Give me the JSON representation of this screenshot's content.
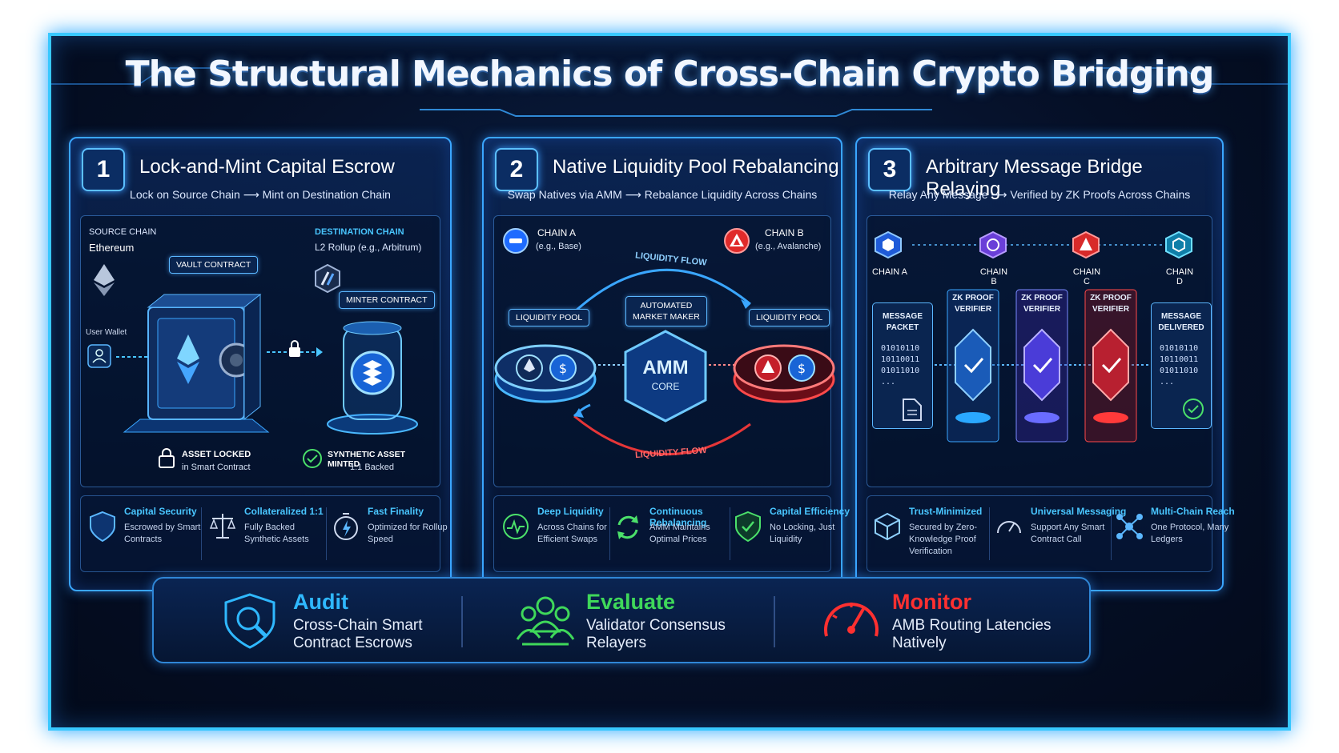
{
  "title": "The Structural Mechanics of Cross-Chain Crypto Bridging",
  "panels": [
    {
      "number": "1",
      "title": "Lock-and-Mint Capital Escrow",
      "subtitle_left": "Lock on Source Chain",
      "subtitle_right": "Mint on Destination Chain",
      "source_label": "SOURCE CHAIN",
      "source_name": "Ethereum",
      "dest_label": "DESTINATION CHAIN",
      "dest_name": "L2 Rollup (e.g., Arbitrum)",
      "vault_tag": "VAULT CONTRACT",
      "minter_tag": "MINTER CONTRACT",
      "user_wallet": "User Wallet",
      "asset_locked_title": "ASSET LOCKED",
      "asset_locked_desc": "in Smart Contract",
      "synthetic_title": "SYNTHETIC ASSET MINTED",
      "synthetic_desc": "1:1 Backed",
      "features": [
        {
          "title": "Capital Security",
          "desc": "Escrowed by Smart Contracts"
        },
        {
          "title": "Collateralized 1:1",
          "desc": "Fully Backed Synthetic Assets"
        },
        {
          "title": "Fast Finality",
          "desc": "Optimized for Rollup Speed"
        }
      ]
    },
    {
      "number": "2",
      "title": "Native Liquidity Pool Rebalancing",
      "subtitle_left": "Swap Natives via AMM",
      "subtitle_right": "Rebalance Liquidity Across Chains",
      "chain_a": "CHAIN A",
      "chain_a_sub": "(e.g., Base)",
      "chain_b": "CHAIN B",
      "chain_b_sub": "(e.g., Avalanche)",
      "flow_top": "LIQUIDITY FLOW",
      "flow_bottom": "LIQUIDITY FLOW",
      "pool_left": "LIQUIDITY POOL",
      "pool_right": "LIQUIDITY POOL",
      "amm_tag_1": "AUTOMATED",
      "amm_tag_2": "MARKET MAKER",
      "amm_core_1": "AMM",
      "amm_core_2": "CORE",
      "features": [
        {
          "title": "Deep Liquidity",
          "desc": "Across Chains for Efficient Swaps"
        },
        {
          "title": "Continuous Rebalancing",
          "desc": "AMM Maintains Optimal Prices"
        },
        {
          "title": "Capital Efficiency",
          "desc": "No Locking, Just Liquidity"
        }
      ]
    },
    {
      "number": "3",
      "title": "Arbitrary Message Bridge Relaying",
      "subtitle_left": "Relay Any Message",
      "subtitle_right": "Verified by ZK Proofs Across Chains",
      "chains": [
        "CHAIN A",
        "CHAIN B",
        "CHAIN C",
        "CHAIN D"
      ],
      "message_packet_1": "MESSAGE",
      "message_packet_2": "PACKET",
      "message_delivered_1": "MESSAGE",
      "message_delivered_2": "DELIVERED",
      "binary": [
        "01010110",
        "10110011",
        "01011010",
        "..."
      ],
      "verifier_1": "ZK PROOF",
      "verifier_2": "VERIFIER",
      "features": [
        {
          "title": "Trust-Minimized",
          "desc": "Secured by Zero-Knowledge Proof Verification"
        },
        {
          "title": "Universal Messaging",
          "desc": "Support Any Smart Contract Call"
        },
        {
          "title": "Multi-Chain Reach",
          "desc": "One Protocol, Many Ledgers"
        }
      ]
    }
  ],
  "bottom": [
    {
      "title": "Audit",
      "line1": "Cross-Chain Smart",
      "line2": "Contract Escrows",
      "color": "#2fb8ff"
    },
    {
      "title": "Evaluate",
      "line1": "Validator Consensus",
      "line2": "Relayers",
      "color": "#3fd85a"
    },
    {
      "title": "Monitor",
      "line1": "AMB Routing Latencies",
      "line2": "Natively",
      "color": "#ff3030"
    }
  ],
  "colors": {
    "accent": "#38c8ff",
    "red": "#ff3a3a",
    "green": "#4be06a",
    "purple": "#9a6bff"
  }
}
